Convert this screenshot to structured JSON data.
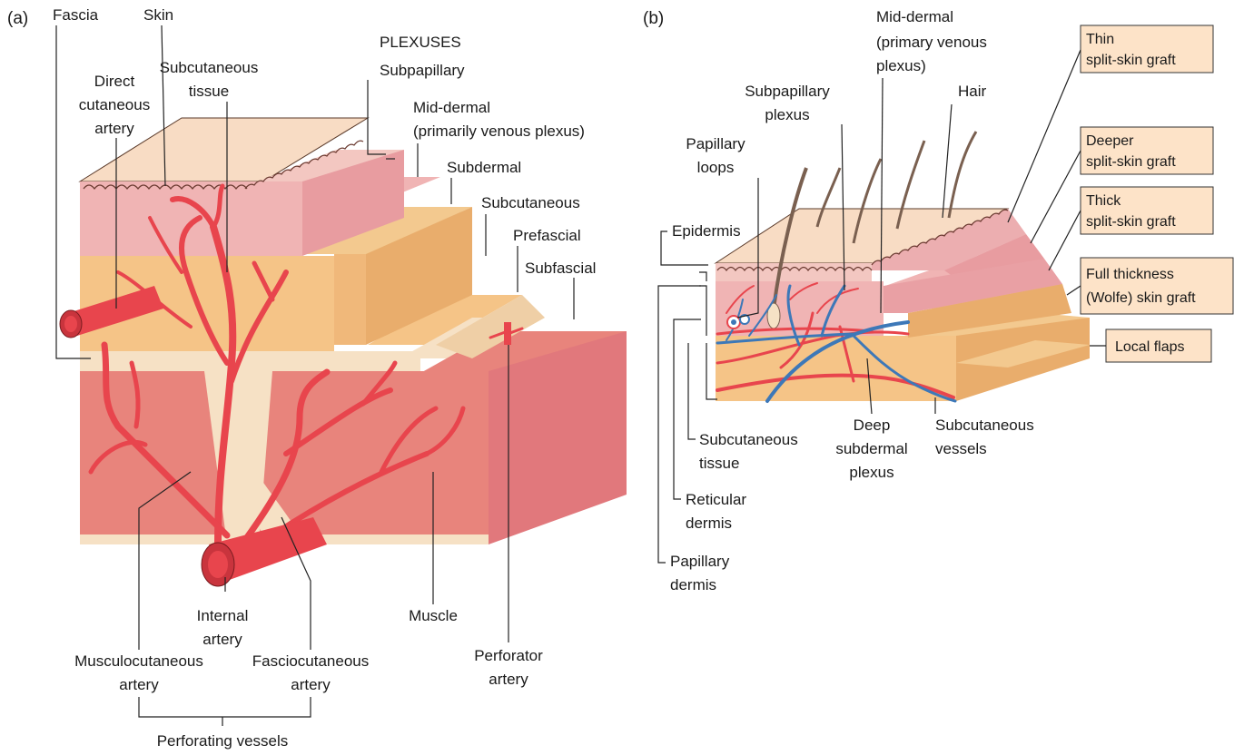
{
  "colors": {
    "skin_top": "#f8dcc4",
    "dermis": "#f0b4b4",
    "dermis_dark": "#e89ca0",
    "subcut": "#f5c487",
    "subcut_dark": "#e9ad6c",
    "fascia": "#f6e1c5",
    "muscle": "#e8847c",
    "muscle_side": "#e1787c",
    "artery": "#e8454d",
    "vein": "#3d78b8",
    "label_box": "#fde3c8"
  },
  "panel_a": {
    "tag": "(a)",
    "fascia": "Fascia",
    "skin": "Skin",
    "direct_cutaneous": [
      "Direct",
      "cutaneous",
      "artery"
    ],
    "subcutaneous_tissue": [
      "Subcutaneous",
      "tissue"
    ],
    "plexuses_heading": "PLEXUSES",
    "subpapillary": "Subpapillary",
    "mid_dermal": [
      "Mid-dermal",
      "(primarily venous plexus)"
    ],
    "subdermal": "Subdermal",
    "subcutaneous": "Subcutaneous",
    "prefascial": "Prefascial",
    "subfascial": "Subfascial",
    "internal_artery": [
      "Internal",
      "artery"
    ],
    "muscle": "Muscle",
    "musculocutaneous": [
      "Musculocutaneous",
      "artery"
    ],
    "fasciocutaneous": [
      "Fasciocutaneous",
      "artery"
    ],
    "perforator": [
      "Perforator",
      "artery"
    ],
    "perforating_vessels": "Perforating vessels"
  },
  "panel_b": {
    "tag": "(b)",
    "mid_dermal": [
      "Mid-dermal",
      "(primary venous",
      "plexus)"
    ],
    "subpapillary_plexus": [
      "Subpapillary",
      "plexus"
    ],
    "hair": "Hair",
    "papillary_loops": [
      "Papillary",
      "loops"
    ],
    "epidermis": "Epidermis",
    "subcutaneous_tissue": [
      "Subcutaneous",
      "tissue"
    ],
    "deep_subdermal": [
      "Deep",
      "subdermal",
      "plexus"
    ],
    "subcutaneous_vessels": [
      "Subcutaneous",
      "vessels"
    ],
    "reticular_dermis": [
      "Reticular",
      "dermis"
    ],
    "papillary_dermis": [
      "Papillary",
      "dermis"
    ],
    "grafts": {
      "thin": [
        "Thin",
        "split-skin graft"
      ],
      "deeper": [
        "Deeper",
        "split-skin graft"
      ],
      "thick": [
        "Thick",
        "split-skin graft"
      ],
      "full": [
        "Full thickness",
        "(Wolfe) skin graft"
      ],
      "local": "Local flaps"
    }
  }
}
